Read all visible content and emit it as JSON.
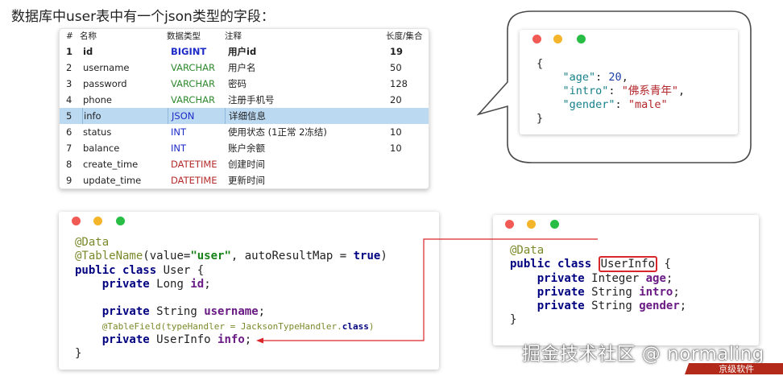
{
  "heading": "数据库中user表中有一个json类型的字段：",
  "table": {
    "headers": {
      "num": "#",
      "name": "名称",
      "type": "数据类型",
      "comment": "注释",
      "length": "长度/集合"
    },
    "rows": [
      {
        "num": "1",
        "name": "id",
        "type": "BIGINT",
        "comment": "用户id",
        "length": "19"
      },
      {
        "num": "2",
        "name": "username",
        "type": "VARCHAR",
        "comment": "用户名",
        "length": "50"
      },
      {
        "num": "3",
        "name": "password",
        "type": "VARCHAR",
        "comment": "密码",
        "length": "128"
      },
      {
        "num": "4",
        "name": "phone",
        "type": "VARCHAR",
        "comment": "注册手机号",
        "length": "20"
      },
      {
        "num": "5",
        "name": "info",
        "type": "JSON",
        "comment": "详细信息",
        "length": ""
      },
      {
        "num": "6",
        "name": "status",
        "type": "INT",
        "comment": "使用状态 (1正常 2冻结)",
        "length": "10"
      },
      {
        "num": "7",
        "name": "balance",
        "type": "INT",
        "comment": "账户余额",
        "length": "10"
      },
      {
        "num": "8",
        "name": "create_time",
        "type": "DATETIME",
        "comment": "创建时间",
        "length": ""
      },
      {
        "num": "9",
        "name": "update_time",
        "type": "DATETIME",
        "comment": "更新时间",
        "length": ""
      }
    ],
    "selected_row": "5"
  },
  "json_example": {
    "open": "{",
    "age_key": "\"age\"",
    "age_val": "20",
    "intro_key": "\"intro\"",
    "intro_val": "\"佛系青年\"",
    "gender_key": "\"gender\"",
    "gender_val": "\"male\"",
    "close": "}"
  },
  "user_class": {
    "ann_data": "@Data",
    "ann_table_name": "@TableName",
    "ann_table_args_open": "(value=",
    "ann_table_value": "\"user\"",
    "ann_table_args_mid": ", autoResultMap = ",
    "ann_table_true": "true",
    "ann_table_args_close": ")",
    "kw_public": "public",
    "kw_class": "class",
    "class_name": "User {",
    "kw_private": "private",
    "type_long": "Long",
    "field_id": "id",
    "type_string": "String",
    "field_username": "username",
    "ann_table_field": "@TableField(typeHandler = JacksonTypeHandler.",
    "ann_table_field_class": "class",
    "ann_table_field_close": ")",
    "type_userinfo": "UserInfo",
    "field_info": "info",
    "semicolon": ";",
    "close": "}"
  },
  "userinfo_class": {
    "ann_data": "@Data",
    "kw_public": "public",
    "kw_class": "class",
    "class_name": "UserInfo",
    "open_brace": "{",
    "kw_private": "private",
    "type_integer": "Integer",
    "field_age": "age",
    "type_string": "String",
    "field_intro": "intro",
    "field_gender": "gender",
    "semicolon": ";",
    "close": "}"
  },
  "watermark": "掘金技术社区 @ normaling",
  "corner_logo": "京级软件",
  "colors": {
    "selected_row": "#bcd9f2",
    "arrow": "#d9262a",
    "keyword": "#000080",
    "string": "#178217",
    "field": "#6a1b84"
  }
}
